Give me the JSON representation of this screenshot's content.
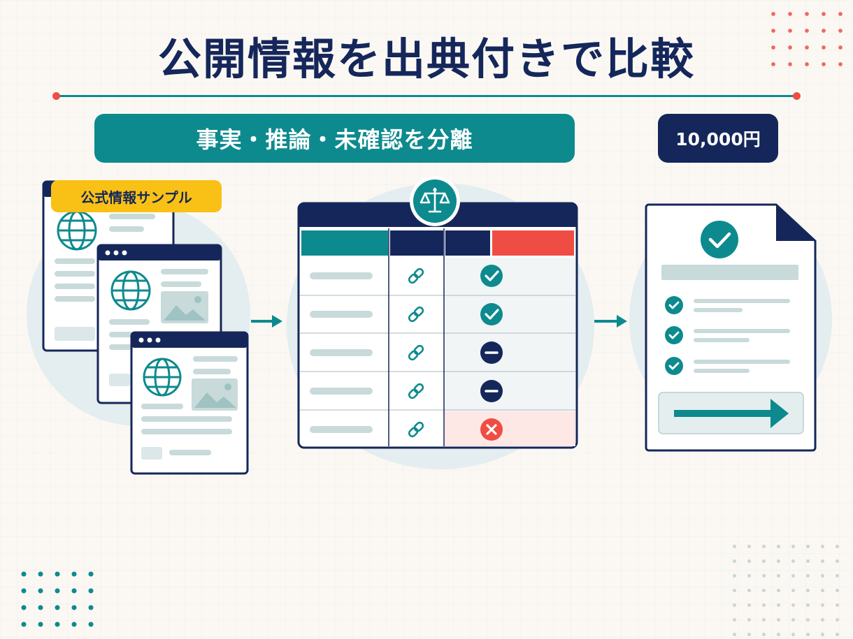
{
  "title": "公開情報を出典付きで比較",
  "banner": "事実・推論・未確認を分離",
  "price": "10,000円",
  "badge": "公式情報サンプル",
  "icons": {
    "globe": "globe-icon",
    "image": "image-placeholder-icon",
    "scale": "scale-balance-icon",
    "link": "link-icon",
    "check": "check-circle-icon",
    "minus": "minus-circle-icon",
    "cross": "x-circle-icon",
    "arrow": "arrow-right-icon"
  },
  "table_rows": [
    {
      "status": "verified"
    },
    {
      "status": "verified"
    },
    {
      "status": "neutral"
    },
    {
      "status": "neutral"
    },
    {
      "status": "rejected"
    }
  ],
  "report_items": [
    {
      "status": "verified"
    },
    {
      "status": "verified"
    },
    {
      "status": "verified"
    }
  ],
  "colors": {
    "navy": "#15275a",
    "teal": "#0d8a8e",
    "red": "#ef4d43",
    "yellow": "#f9c015",
    "background": "#fbf8f4"
  }
}
